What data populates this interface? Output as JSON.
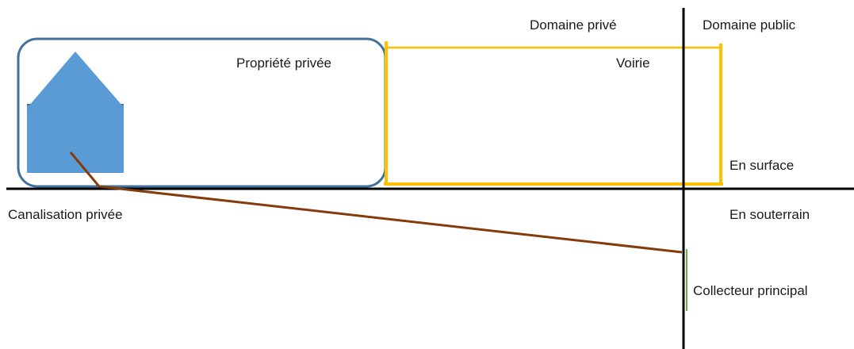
{
  "labels": {
    "domaine_prive": "Domaine privé",
    "domaine_public": "Domaine public",
    "propriete_privee": "Propriété privée",
    "voirie": "Voirie",
    "en_surface": "En surface",
    "canalisation_privee": "Canalisation privée",
    "en_souterrain": "En souterrain",
    "collecteur_principal": "Collecteur principal"
  },
  "colors": {
    "ground_line": "#000000",
    "property_border": "#41719c",
    "house_fill": "#5b9bd5",
    "voirie_border": "#ffc000",
    "pipe": "#843c0c",
    "collector": "#70ad47"
  },
  "icons": {
    "house": "house-icon"
  }
}
